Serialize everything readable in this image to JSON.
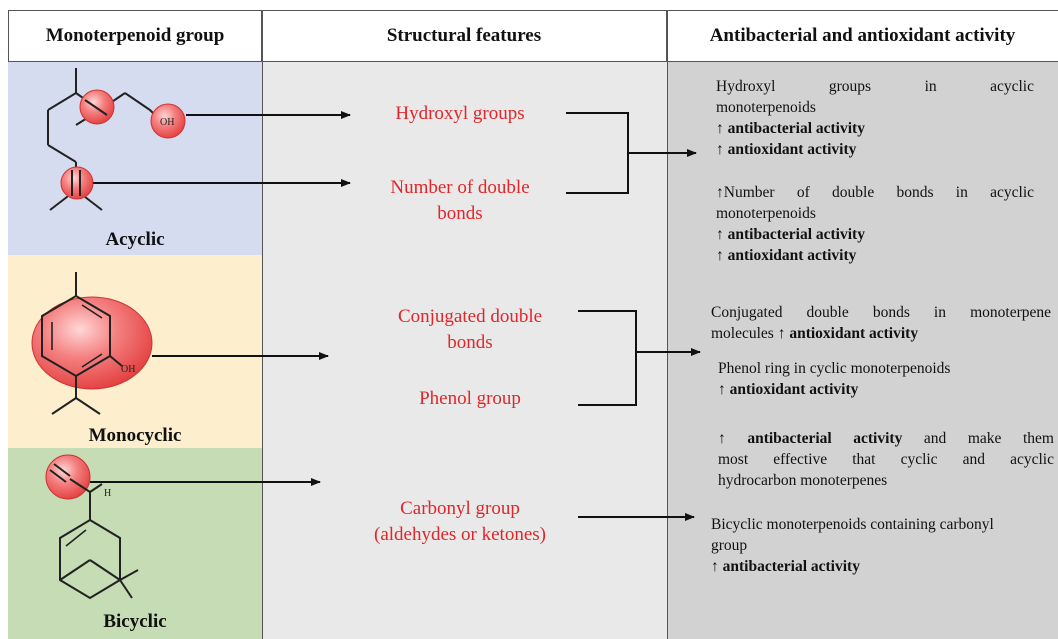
{
  "headers": {
    "group": "Monoterpenoid group",
    "structural": "Structural features",
    "activity": "Antibacterial and antioxidant activity"
  },
  "groups": {
    "acyclic": "Acyclic",
    "monocyclic": "Monocyclic",
    "bicyclic": "Bicyclic"
  },
  "molecule_labels": {
    "oh_acyclic": "OH",
    "oh_monocyclic": "OH",
    "h_bicyclic": "H"
  },
  "features": {
    "hydroxyl": "Hydroxyl groups",
    "double_bonds_1": "Number of double",
    "double_bonds_2": "bonds",
    "conjugated_1": "Conjugated double",
    "conjugated_2": "bonds",
    "phenol": "Phenol group",
    "carbonyl_1": "Carbonyl group",
    "carbonyl_2": "(aldehydes or ketones)"
  },
  "activity": {
    "a1_line1": "Hydroxyl groups in acyclic",
    "a1_line2": "monoterpenoids",
    "a1_line3": "↑ antibacterial activity",
    "a1_line4": "↑ antioxidant activity",
    "a2_line1": "↑Number of double bonds in acyclic",
    "a2_line2": "monoterpenoids",
    "a2_line3": "↑ antibacterial activity",
    "a2_line4": "↑ antioxidant activity",
    "a3_line1": "Conjugated double bonds in monoterpene",
    "a3_line2_text": "molecules ↑ ",
    "a3_line2_bold": "antioxidant activity",
    "a4_line1": "Phenol ring in cyclic monoterpenoids",
    "a4_line2": "↑ antioxidant activity",
    "a5_line1_arrow": "↑ ",
    "a5_line1_bold": "antibacterial activity",
    "a5_line1_text": " and make them",
    "a5_line2": "most effective that cyclic and acyclic",
    "a5_line3": "hydrocarbon monoterpenes",
    "a6_line1": "Bicyclic monoterpenoids containing carbonyl",
    "a6_line2": "group",
    "a6_line3": "↑ antibacterial activity"
  },
  "colors": {
    "feature_text": "#e0262a",
    "highlight_fill": "#f26b6b",
    "acyclic_bg": "#d5dcef",
    "monocyclic_bg": "#fdeecd",
    "bicyclic_bg": "#c5dcb4",
    "structural_bg": "#e9e9e9",
    "activity_bg": "#d2d2d2"
  }
}
